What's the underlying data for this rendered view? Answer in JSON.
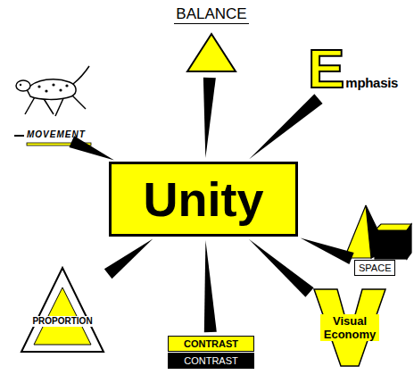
{
  "diagram": {
    "nodes": [
      {
        "text": [
          "BALANCE"
        ]
      },
      {
        "text": [
          "E",
          "mphasis"
        ]
      },
      {
        "text": [
          "MOVEMENT"
        ]
      },
      {
        "text": [
          "Unity"
        ]
      },
      {
        "text": [
          "SPACE"
        ]
      },
      {
        "text": [
          "PROPORTION"
        ]
      },
      {
        "text": [
          "Visual Economy"
        ]
      },
      {
        "text": [
          "CONTRAST"
        ]
      },
      {
        "text": [
          "CONTRAST"
        ]
      }
    ],
    "edges": [
      {
        "from": 0,
        "to": 3,
        "arrow": "to"
      },
      {
        "from": 1,
        "to": 3,
        "arrow": "to"
      },
      {
        "from": 2,
        "to": 3,
        "arrow": "to"
      },
      {
        "from": 4,
        "to": 3,
        "arrow": "to"
      },
      {
        "from": 5,
        "to": 3,
        "arrow": "to"
      },
      {
        "from": 6,
        "to": 3,
        "arrow": "to"
      },
      {
        "from": 7,
        "to": 3,
        "arrow": "to"
      }
    ]
  }
}
